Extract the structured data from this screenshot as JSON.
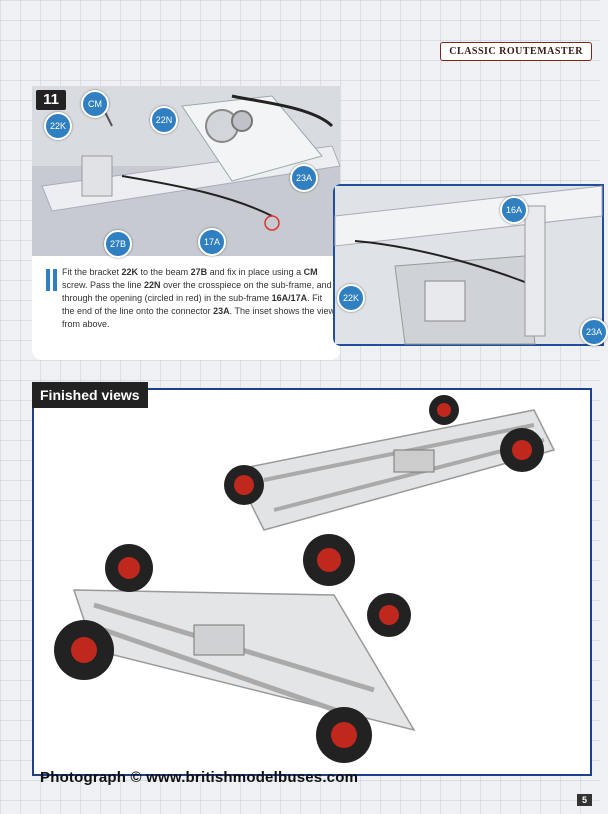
{
  "header": {
    "series_tag": "CLASSIC ROUTEMASTER"
  },
  "step": {
    "number": "11",
    "callouts": [
      "CM",
      "22K",
      "22N",
      "27B",
      "17A",
      "23A"
    ],
    "inset_callouts": [
      "16A",
      "22K",
      "23A"
    ],
    "text_parts": {
      "p1": "Fit the bracket ",
      "b1": "22K",
      "p2": " to the beam ",
      "b2": "27B",
      "p3": " and fix in place using a ",
      "b3": "CM",
      "p4": " screw. Pass the line ",
      "b4": "22N",
      "p5": " over the crosspiece on the sub-frame, and through the opening (circled in red) in the sub-frame ",
      "b5": "16A/17A",
      "p6": ". Fit the end of the line onto the connector ",
      "b6": "23A",
      "p7": ". The inset shows the view from above."
    }
  },
  "finished": {
    "title": "Finished views"
  },
  "watermark": "Photograph © www.britishmodelbuses.com",
  "page_number": "5",
  "colors": {
    "accent_blue": "#2f7fc1",
    "frame_blue": "#1f3f8a",
    "hub_red": "#c0281e"
  }
}
